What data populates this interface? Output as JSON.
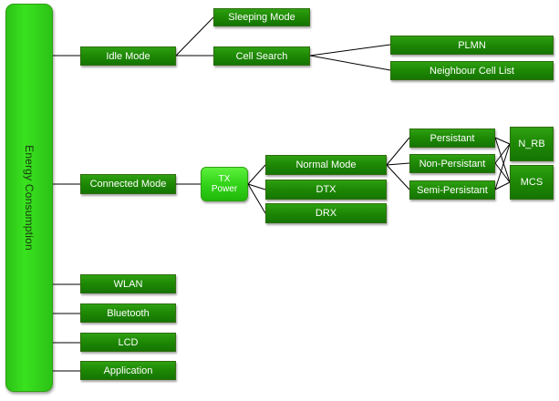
{
  "root": {
    "label": "Energy Consumption"
  },
  "idle": {
    "label": "Idle Mode",
    "children": {
      "sleeping": "Sleeping Mode",
      "cell_search": {
        "label": "Cell Search",
        "children": {
          "plmn": "PLMN",
          "neighbour": "Neighbour Cell List"
        }
      }
    }
  },
  "connected": {
    "label": "Connected Mode",
    "tx_power": {
      "line1": "TX",
      "line2": "Power"
    },
    "modes": {
      "normal": "Normal Mode",
      "dtx": "DTX",
      "drx": "DRX"
    },
    "scheduling": {
      "persistant": "Persistant",
      "non_persistant": "Non-Persistant",
      "semi_persistant": "Semi-Persistant"
    },
    "parameters": {
      "n_rb": "N_RB",
      "mcs": "MCS"
    }
  },
  "others": {
    "wlan": "WLAN",
    "bluetooth": "Bluetooth",
    "lcd": "LCD",
    "application": "Application"
  },
  "colors": {
    "node_fill": "#1f8a05",
    "root_fill": "#39e21f",
    "connector": "#000000",
    "text": "#ffffff"
  }
}
